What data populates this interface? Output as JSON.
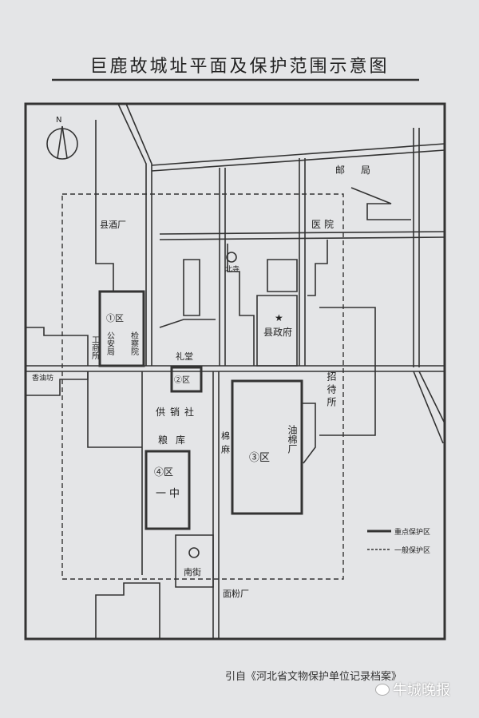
{
  "title": "巨鹿故城址平面及保护范围示意图",
  "north": "N",
  "labels": {
    "winery": "县酒厂",
    "zone1": "①区",
    "police": "公安局",
    "procuratorate": "检察院",
    "commerce": "工商所",
    "oil_mill": "香油坊",
    "hall": "礼堂",
    "zone2": "②区",
    "supply": "供销社",
    "granary": "粮库",
    "zone4": "④区",
    "school": "一中",
    "cotton": "棉麻",
    "zone3": "③区",
    "oil_factory": "油棉厂",
    "guesthouse": "招待所",
    "government": "县政府",
    "north_temple": "北寺",
    "hospital": "医院",
    "post": "邮局",
    "south_street": "南街",
    "flour": "面粉厂"
  },
  "legend": {
    "key": "重点保护区",
    "general": "一般保护区"
  },
  "caption": "引自《河北省文物保护单位记录档案》",
  "watermark": "牛城晚报"
}
